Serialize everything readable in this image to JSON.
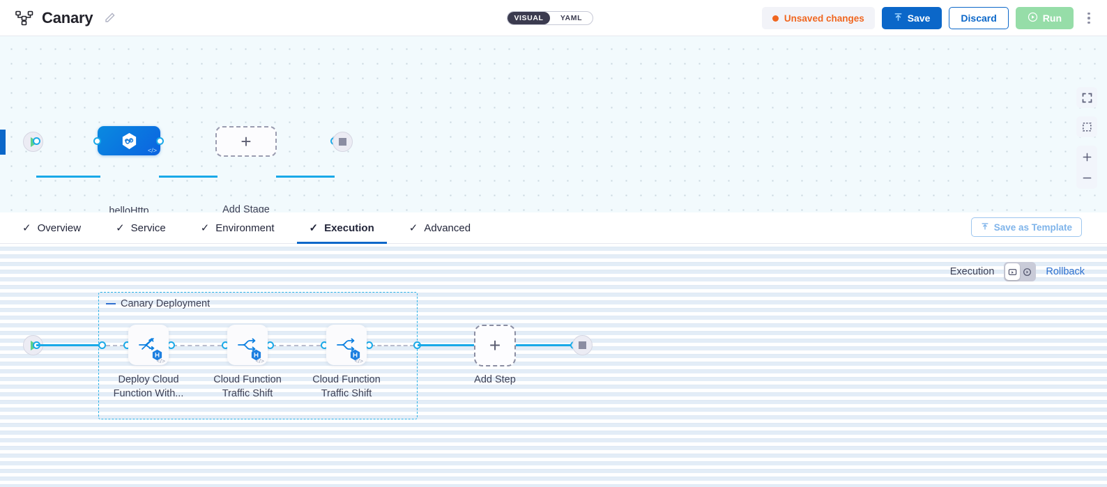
{
  "header": {
    "pipeline_icon": "pipeline-nodes-icon",
    "title": "Canary",
    "edit_icon": "pencil-icon",
    "view_toggle": {
      "visual": "VISUAL",
      "yaml": "YAML",
      "selected": "VISUAL"
    },
    "unsaved": "Unsaved changes",
    "save": "Save",
    "discard": "Discard",
    "run": "Run",
    "kebab": "more-options-icon",
    "accent_blue": "#0b67c9",
    "accent_orange": "#f0661f",
    "accent_green": "#96dda8"
  },
  "top_canvas": {
    "start_icon": "play-icon",
    "end_icon": "stop-icon",
    "stage": {
      "label": "helloHttp",
      "icon": "hexagon-link-icon",
      "code_badge": "</>"
    },
    "add_stage": {
      "label": "Add Stage",
      "glyph": "+"
    },
    "controls": [
      {
        "name": "fullscreen-icon"
      },
      {
        "name": "selection-box-icon"
      },
      {
        "name": "zoom-in-icon",
        "glyph": "+"
      },
      {
        "name": "zoom-out-icon",
        "glyph": "–"
      }
    ]
  },
  "tabs": {
    "items": [
      {
        "label": "Overview",
        "check": "✓",
        "active": false
      },
      {
        "label": "Service",
        "check": "✓",
        "active": false
      },
      {
        "label": "Environment",
        "check": "✓",
        "active": false
      },
      {
        "label": "Execution",
        "check": "✓",
        "active": true
      },
      {
        "label": "Advanced",
        "check": "✓",
        "active": false
      }
    ],
    "save_as_template": "Save as Template",
    "template_icon": "save-template-icon"
  },
  "execution": {
    "execution_label": "Execution",
    "rollback_label": "Rollback",
    "segment_left_icon": "execution-mode-icon",
    "segment_right_icon": "rollback-mode-icon",
    "selected_segment": "execution",
    "group": {
      "label": "Canary Deployment",
      "collapse_icon": "collapse-dash-icon"
    },
    "start_icon": "play-icon",
    "end_icon": "stop-icon",
    "steps": [
      {
        "name": "step-deploy-cloud-function",
        "line1": "Deploy Cloud",
        "line2": "Function With...",
        "icon": "deploy-function-icon",
        "badge": "harness-hex-badge",
        "code_badge": "</>"
      },
      {
        "name": "step-cloud-function-traffic-shift-1",
        "line1": "Cloud Function",
        "line2": "Traffic Shift",
        "icon": "traffic-shift-icon",
        "badge": "harness-hex-badge",
        "code_badge": "</>"
      },
      {
        "name": "step-cloud-function-traffic-shift-2",
        "line1": "Cloud Function",
        "line2": "Traffic Shift",
        "icon": "traffic-shift-icon",
        "badge": "harness-hex-badge",
        "code_badge": "</>"
      }
    ],
    "add_step": {
      "label": "Add Step",
      "glyph": "+"
    }
  }
}
